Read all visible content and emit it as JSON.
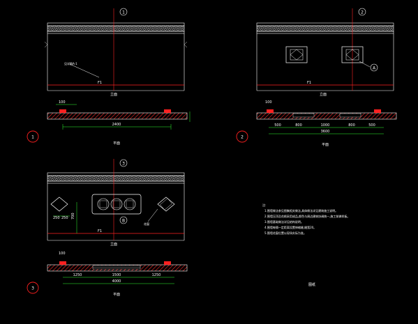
{
  "colors": {
    "background": "#000000",
    "line": "#ffffff",
    "accent": "#ff2020",
    "dim": "#33ff33"
  },
  "views": [
    {
      "number": "1",
      "elevation_caption": "立面",
      "plan_caption": "平面",
      "section_mark": "1",
      "leader_text": "见详图A-1",
      "height_label": "F1",
      "dims_top": [
        "100"
      ],
      "dims_bottom": [
        "2400"
      ]
    },
    {
      "number": "2",
      "elevation_caption": "立面",
      "plan_caption": "平面",
      "section_mark": "2",
      "detail_mark": "A",
      "height_label": "F1",
      "dims_top": [
        "100"
      ],
      "dims_bottom": [
        "500",
        "800",
        "1000",
        "800",
        "500"
      ],
      "dims_total": "3600"
    },
    {
      "number": "3",
      "elevation_caption": "立面",
      "plan_caption": "平面",
      "section_mark": "3",
      "detail_mark": "B",
      "leader_text": "花窗",
      "height_label": "F1",
      "side_dims": [
        "250",
        "250"
      ],
      "vertical_dim": "700",
      "dims_top": [
        "100"
      ],
      "dims_bottom": [
        "1250",
        "1500",
        "1250"
      ],
      "dims_total": "4000"
    }
  ],
  "notes": {
    "heading": "注:",
    "items": [
      "1.围墙做法参见图集相关做法,具体做法详见建筑施工说明。",
      "2.围墙压顶及花格采用成品,颜色与周边建筑协调统一,施工前做样板。",
      "3.围墙基础做法详见结构说明。",
      "4.围墙每隔一定距离设置伸缩缝,缝宽20。",
      "5.围墙花窗位置以现场实际为准。"
    ],
    "stamp": "图纸"
  }
}
